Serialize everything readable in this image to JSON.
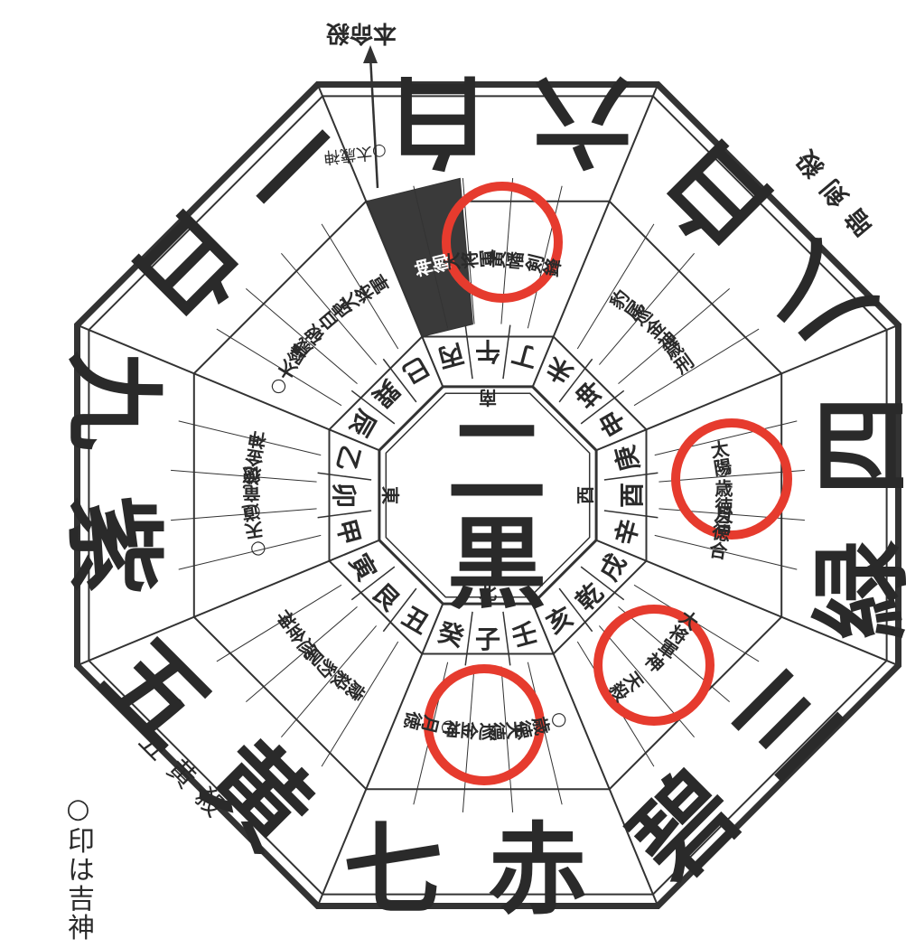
{
  "center": {
    "label": "二黒",
    "directions": {
      "south": "南",
      "east": "東",
      "west": "西",
      "north": "北"
    }
  },
  "outer_stars": [
    {
      "id": "south",
      "text": "六白"
    },
    {
      "id": "southwest",
      "text": "八白"
    },
    {
      "id": "west",
      "text": "緑四"
    },
    {
      "id": "northwest",
      "text": "碧三"
    },
    {
      "id": "north",
      "text": "七赤"
    },
    {
      "id": "northeast",
      "text": "五黄"
    },
    {
      "id": "east",
      "text": "九紫"
    },
    {
      "id": "southeast",
      "text": "一白"
    }
  ],
  "zodiac": {
    "south": [
      "丙",
      "午",
      "丁"
    ],
    "southwest": [
      "未",
      "坤",
      "申"
    ],
    "west": [
      "庚",
      "酉",
      "辛"
    ],
    "northwest": [
      "戌",
      "乾",
      "亥"
    ],
    "north": [
      "壬",
      "子",
      "癸"
    ],
    "northeast": [
      "丑",
      "艮",
      "寅"
    ],
    "east": [
      "甲",
      "卯",
      "乙"
    ],
    "southeast": [
      "辰",
      "巽",
      "巳"
    ]
  },
  "deities": {
    "south": [
      "神御",
      "大将軍",
      "黄幡",
      "剣鋒"
    ],
    "southwest": [
      "豹尾",
      "巡金神",
      "歳刑"
    ],
    "west": [
      "太陽",
      "○歳徳合",
      "月徳合"
    ],
    "northwest": [
      "大将軍",
      "神",
      "天殺"
    ],
    "north": [
      "○歳徳",
      "天德",
      "巡金神",
      "○月徳"
    ],
    "northeast": [
      "歳殺",
      "豹尾",
      "巡金神"
    ],
    "east": [
      "○天道",
      "○竜徳",
      "巡金神"
    ],
    "southeast": [
      "○太陰",
      "歳破",
      "白虎",
      "大将軍"
    ]
  },
  "outer_labels": {
    "top_arrow": "本命殺",
    "anken": "暗剣殺",
    "legend_mark": "○印は吉神",
    "gohou": "五黄殺",
    "south_small": "○太歳神"
  },
  "highlight_color": "#e63b2e",
  "line_color": "#333333",
  "dark_fill": "#3a3a3a"
}
